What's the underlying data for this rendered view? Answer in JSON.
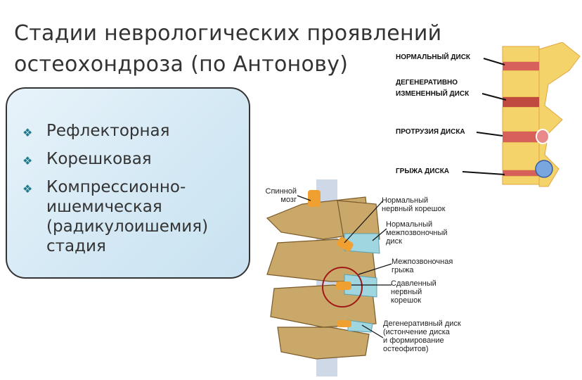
{
  "slide": {
    "title_line1": "Стадии неврологических проявлений",
    "title_line2": "остеохондроза (по Антонову)",
    "bullet_icon": "diamond-bullet-icon",
    "stages": [
      {
        "label": "Рефлекторная"
      },
      {
        "label": "Корешковая"
      },
      {
        "label": "Компрессионно-\nишемическая\n(радикулоишемия)\nстадия"
      }
    ]
  },
  "top_figure": {
    "labels": {
      "normal_disc": "НОРМАЛЬНЫЙ ДИСК",
      "degenerative_line1": "ДЕГЕНЕРАТИВНО",
      "degenerative_line2": "ИЗМЕНЕННЫЙ ДИСК",
      "protrusion": "ПРОТРУЗИЯ ДИСКА",
      "hernia": "ГРЫЖА ДИСКА"
    }
  },
  "bottom_figure": {
    "labels": {
      "spinal_cord": "Спинной\nмозг",
      "normal_root": "Нормальный\nнервный корешок",
      "normal_disc": "Нормальный\nмежпозвоночный\nдиск",
      "hernia": "Межпозвоночная\nгрыжа",
      "compressed_root": "Сдавленный\nнервный\nкорешок",
      "degenerative_disc": "Дегенеративный диск\n(истончение диска\nи формирование\nостеофитов)"
    }
  },
  "colors": {
    "accent": "#1f7a8c",
    "bone": "#e8c97a",
    "disc": "#c84a3a"
  }
}
